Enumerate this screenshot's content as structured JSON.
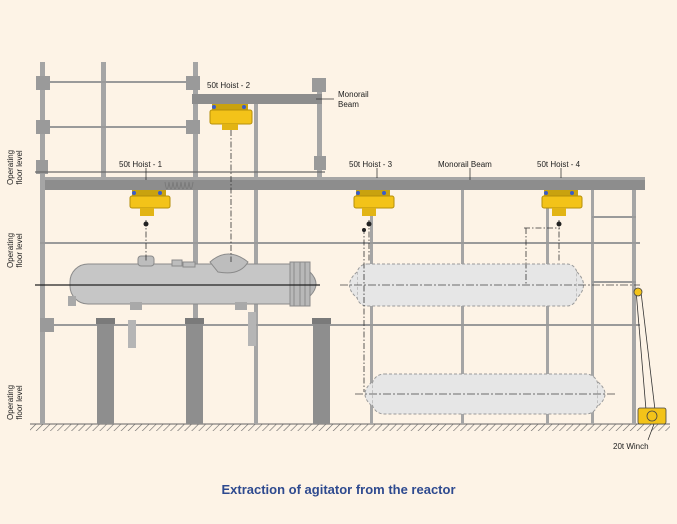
{
  "labels": {
    "hoist1": "50t Hoist - 1",
    "hoist2": "50t Hoist - 2",
    "hoist3": "50t Hoist - 3",
    "hoist4": "50t Hoist - 4",
    "monorail_top": "Monorail\nBeam",
    "monorail_main": "Monorail Beam",
    "winch": "20t Winch",
    "floor_upper": "Operating\nfloor level",
    "floor_middle": "Operating\nfloor level",
    "floor_lower": "Operating\nfloor level"
  },
  "caption": "Extraction of agitator from the reactor",
  "colors": {
    "background": "#fdf3e6",
    "steel": "#8a8a8a",
    "hoist_yellow": "#f3c319",
    "vessel": "#c9c9c9",
    "caption": "#2e4a8f"
  }
}
